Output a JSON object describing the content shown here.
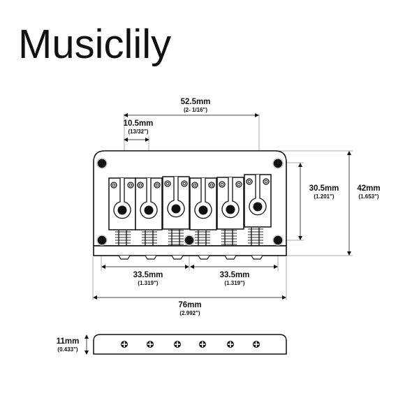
{
  "brand": {
    "name": "Musiclily"
  },
  "dimensions": {
    "string_spread": {
      "mm": "52.5mm",
      "inch": "(2- 1/16\")"
    },
    "string_spacing": {
      "mm": "10.5mm",
      "inch": "(13/32\")"
    },
    "mount_hole_height": {
      "mm": "30.5mm",
      "inch": "(1.201\")"
    },
    "total_length": {
      "mm": "42mm",
      "inch": "(1.653\")"
    },
    "hole_spacing_left": {
      "mm": "33.5mm",
      "inch": "(1.319\")"
    },
    "hole_spacing_right": {
      "mm": "33.5mm",
      "inch": "(1.319\")"
    },
    "total_width": {
      "mm": "76mm",
      "inch": "(2.992\")"
    },
    "height": {
      "mm": "11mm",
      "inch": "(0.433\")"
    }
  },
  "diagram": {
    "saddle_count": 6,
    "mounting_screw_count": 5,
    "line_color": "#111111",
    "dimension_line_color": "#999999"
  }
}
